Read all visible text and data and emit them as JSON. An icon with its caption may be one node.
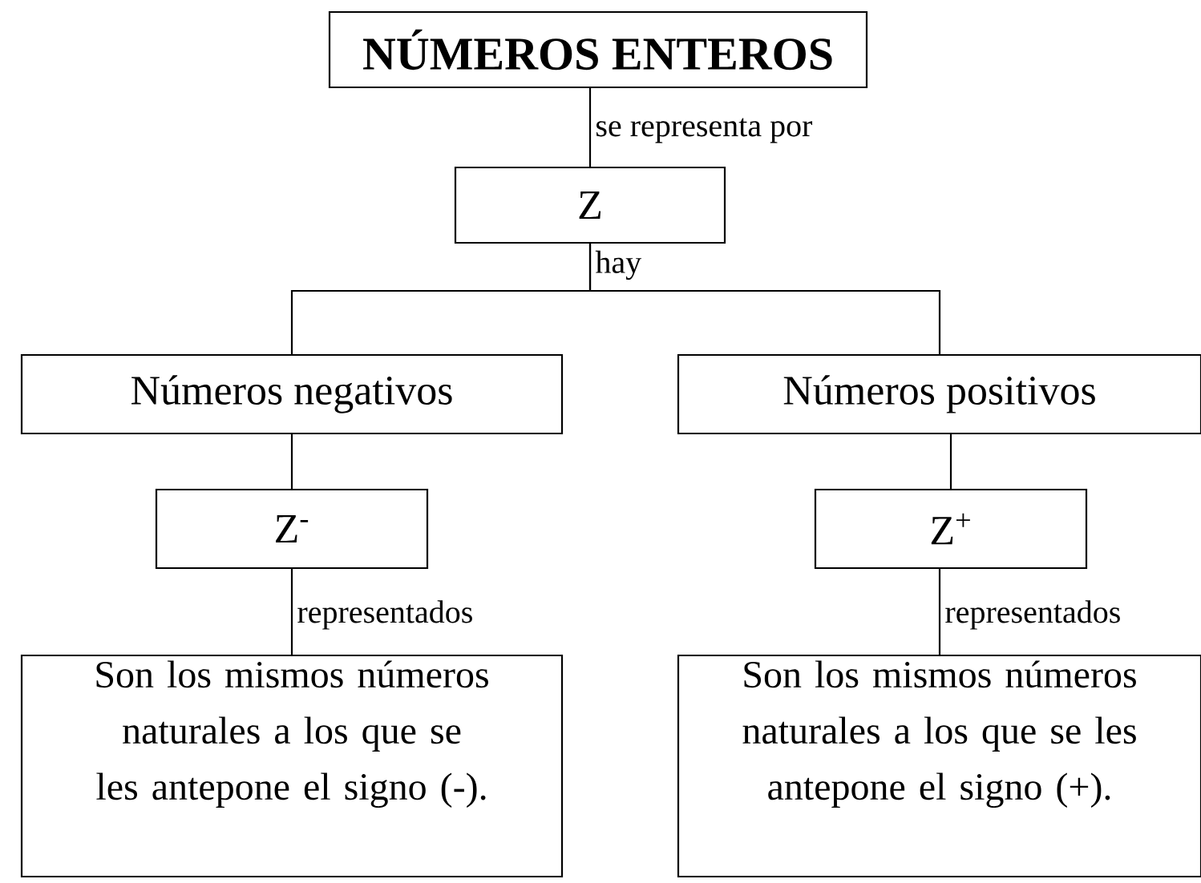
{
  "diagram": {
    "nodes": [
      {
        "text": [
          "NÚMEROS ENTEROS"
        ]
      },
      {
        "text": [
          "Z"
        ]
      },
      {
        "text": [
          "Números negativos"
        ]
      },
      {
        "text": [
          "Números positivos"
        ]
      },
      {
        "text": [
          "Z$^{-}$"
        ]
      },
      {
        "text": [
          "Z$^{+}$"
        ]
      },
      {
        "text": [
          "Son los mismos números naturales a los que se les antepone el signo (-)."
        ]
      },
      {
        "text": [
          "Son los mismos números naturales a los que se les antepone el signo (+)."
        ]
      }
    ],
    "edges": [
      {
        "from": 0,
        "to": 1,
        "arrow": "none",
        "label": "se representa por"
      },
      {
        "from": 1,
        "to": 2,
        "arrow": "none",
        "label": "hay"
      },
      {
        "from": 1,
        "to": 3,
        "arrow": "none"
      },
      {
        "from": 2,
        "to": 4,
        "arrow": "none"
      },
      {
        "from": 3,
        "to": 5,
        "arrow": "none"
      },
      {
        "from": 4,
        "to": 6,
        "arrow": "none",
        "label": "representados"
      },
      {
        "from": 5,
        "to": 7,
        "arrow": "none",
        "label": "representados"
      }
    ]
  }
}
